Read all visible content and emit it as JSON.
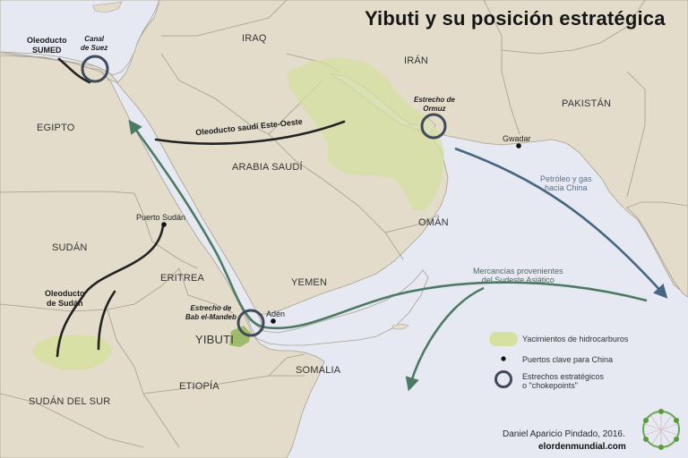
{
  "title": "Yibuti y su posición estratégica",
  "countries": {
    "iraq": "IRAQ",
    "iran": "IRÁN",
    "pakistan": "PAKISTÁN",
    "egypt": "EGIPTO",
    "saudi_arabia": "ARABIA SAUDÍ",
    "oman": "OMÁN",
    "sudan": "SUDÁN",
    "eritrea": "ERITREA",
    "yemen": "YEMEN",
    "djibouti": "YIBUTI",
    "somalia": "SOMALIA",
    "ethiopia": "ETIOPÍA",
    "south_sudan": "SUDÁN DEL SUR"
  },
  "pipelines": {
    "sumed": [
      "Oleoducto",
      "SUMED"
    ],
    "saudi_east_west": "Oleoducto saudí Este-Oeste",
    "sudan": [
      "Oleoducto",
      "de Sudán"
    ]
  },
  "chokepoints": {
    "suez": [
      "Canal",
      "de Suez"
    ],
    "hormuz": [
      "Estrecho de",
      "Ormuz"
    ],
    "bab_el_mandeb": [
      "Estrecho de",
      "Bab el-Mandeb"
    ]
  },
  "ports": {
    "gwadar": "Gwadar",
    "port_sudan": "Puerto Sudán",
    "aden": "Adén"
  },
  "routes": {
    "oil_gas": [
      "Petróleo y gas",
      "hacia China"
    ],
    "goods": [
      "Mercancías provenientes",
      "del Sudeste Asiático"
    ]
  },
  "legend": {
    "hydrocarbons": "Yacimientos de hidrocarburos",
    "ports": "Puertos clave para China",
    "chokepoints": [
      "Estrechos estratégicos",
      "o \"chokepoints\""
    ]
  },
  "credit": {
    "author": "Daniel Aparicio Pindado, 2016.",
    "site": "elordenmundial.com"
  },
  "colors": {
    "land": "#e3dccb",
    "sea": "#e6e8f2",
    "border": "#9c968a",
    "hydrocarbon_field": "#d6e0a0",
    "djibouti_fill": "#9dbb6a",
    "pipeline": "#222222",
    "chokepoint_ring": "#3f4a5a",
    "route_blue": "#466680",
    "route_green": "#4d7a62"
  }
}
